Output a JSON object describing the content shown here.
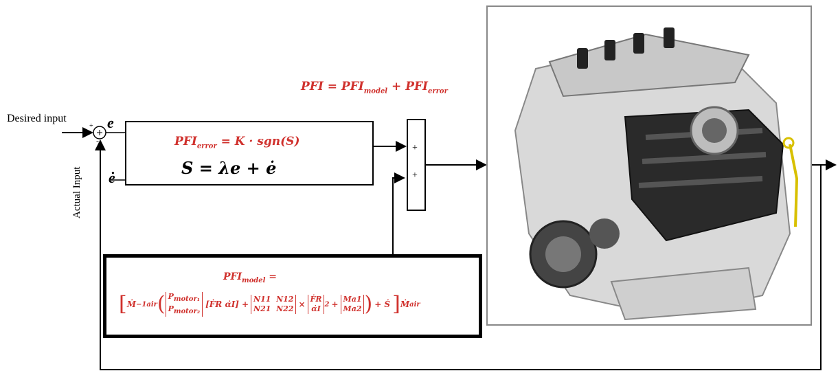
{
  "labels": {
    "desired_input": "Desired input",
    "actual_input": "Actual Input",
    "e": "e",
    "e_dot": "ė",
    "sum_plus_top": "+",
    "sum_minus": "-",
    "adder_plus_top": "+",
    "adder_plus_bottom": "+"
  },
  "equations": {
    "pfi_total": "PFI = PFI",
    "pfi_total_sub1": "model",
    "pfi_total_mid": " + PFI",
    "pfi_total_sub2": "error",
    "pfi_error_lhs": "PFI",
    "pfi_error_sub": "error",
    "pfi_error_rhs": " = K · sgn(S)",
    "sliding_surface": "S = λe + ė",
    "pfi_model_lhs": "PFI",
    "pfi_model_sub": "model",
    "pfi_model_eq": " =",
    "model_formula": {
      "m_inv": "Ṁ",
      "m_inv_sup": "−1",
      "m_inv_sub": "air",
      "p1": "P",
      "p1_sub": "motor₁",
      "p2": "P",
      "p2_sub": "motor₂",
      "fr_alpha": "[ḞR   α̇I]",
      "n11": "N11",
      "n12": "N12",
      "n21": "N21",
      "n22": "N22",
      "times": "×",
      "fr": "ḞR",
      "alpha": "α̇I",
      "sq": "2",
      "ma1": "Ma1",
      "ma2": "Ma2",
      "s_dot": "+ Ṡ",
      "m_air": "Ṁ",
      "m_air_sub": "air"
    }
  },
  "icons": {
    "engine": "engine-image"
  }
}
